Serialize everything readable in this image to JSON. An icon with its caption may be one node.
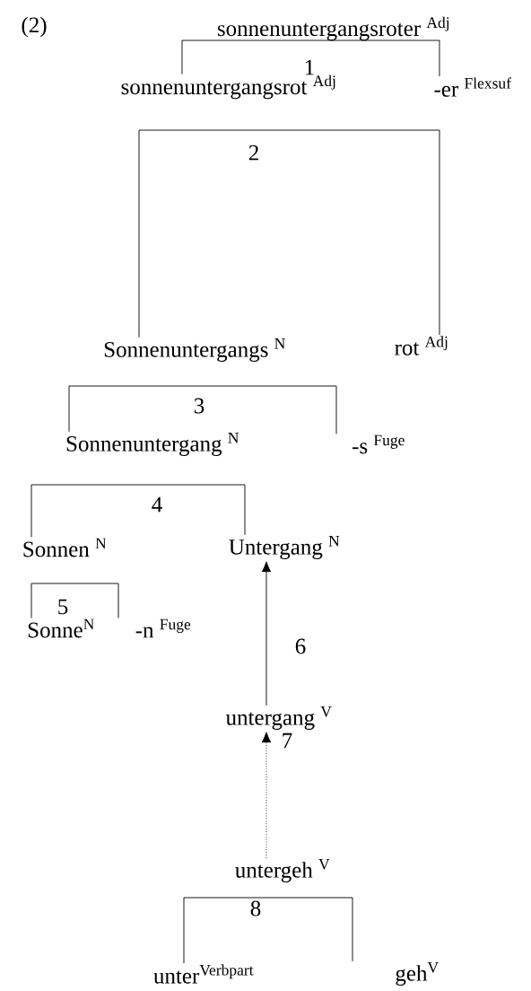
{
  "diagram": {
    "nodes": [
      {
        "text": [
          "sonnenuntergangsroter $^{Adj}$"
        ]
      },
      {
        "text": [
          "sonnenuntergangsrot $^{Adj}$"
        ]
      },
      {
        "text": [
          "-er $^{Flexsuf}$"
        ]
      },
      {
        "text": [
          "Sonnenuntergangs $^{N}$"
        ]
      },
      {
        "text": [
          "rot $^{Adj}$"
        ]
      },
      {
        "text": [
          "Sonnenuntergang $^{N}$"
        ]
      },
      {
        "text": [
          "-s $^{Fuge}$"
        ]
      },
      {
        "text": [
          "Sonnen $^{N}$"
        ]
      },
      {
        "text": [
          "Untergang $^{N}$"
        ]
      },
      {
        "text": [
          "Sonne$^{N}$"
        ]
      },
      {
        "text": [
          "-n $^{Fuge}$"
        ]
      },
      {
        "text": [
          "untergang $^{V}$"
        ]
      },
      {
        "text": [
          "untergeh $^{V}$"
        ]
      },
      {
        "text": [
          "unter$^{Verbpart}$"
        ]
      },
      {
        "text": [
          "geh$^{V}$"
        ]
      }
    ],
    "edges": [
      {
        "from": 0,
        "to": 1,
        "arrow": "none"
      },
      {
        "from": 0,
        "to": 2,
        "arrow": "none"
      },
      {
        "from": 1,
        "to": 3,
        "arrow": "none"
      },
      {
        "from": 1,
        "to": 4,
        "arrow": "none"
      },
      {
        "from": 3,
        "to": 5,
        "arrow": "none"
      },
      {
        "from": 3,
        "to": 6,
        "arrow": "none"
      },
      {
        "from": 5,
        "to": 7,
        "arrow": "none"
      },
      {
        "from": 5,
        "to": 8,
        "arrow": "none"
      },
      {
        "from": 7,
        "to": 9,
        "arrow": "none"
      },
      {
        "from": 7,
        "to": 10,
        "arrow": "none"
      },
      {
        "from": 11,
        "to": 8,
        "arrow": "to",
        "label": "6"
      },
      {
        "from": 12,
        "to": 11,
        "arrow": "to",
        "label": "7",
        "style": "dashed"
      },
      {
        "from": 12,
        "to": 13,
        "arrow": "none"
      },
      {
        "from": 12,
        "to": 14,
        "arrow": "none"
      }
    ],
    "labels": [
      "(2)",
      "1",
      "2",
      "3",
      "4",
      "5",
      "8"
    ]
  }
}
